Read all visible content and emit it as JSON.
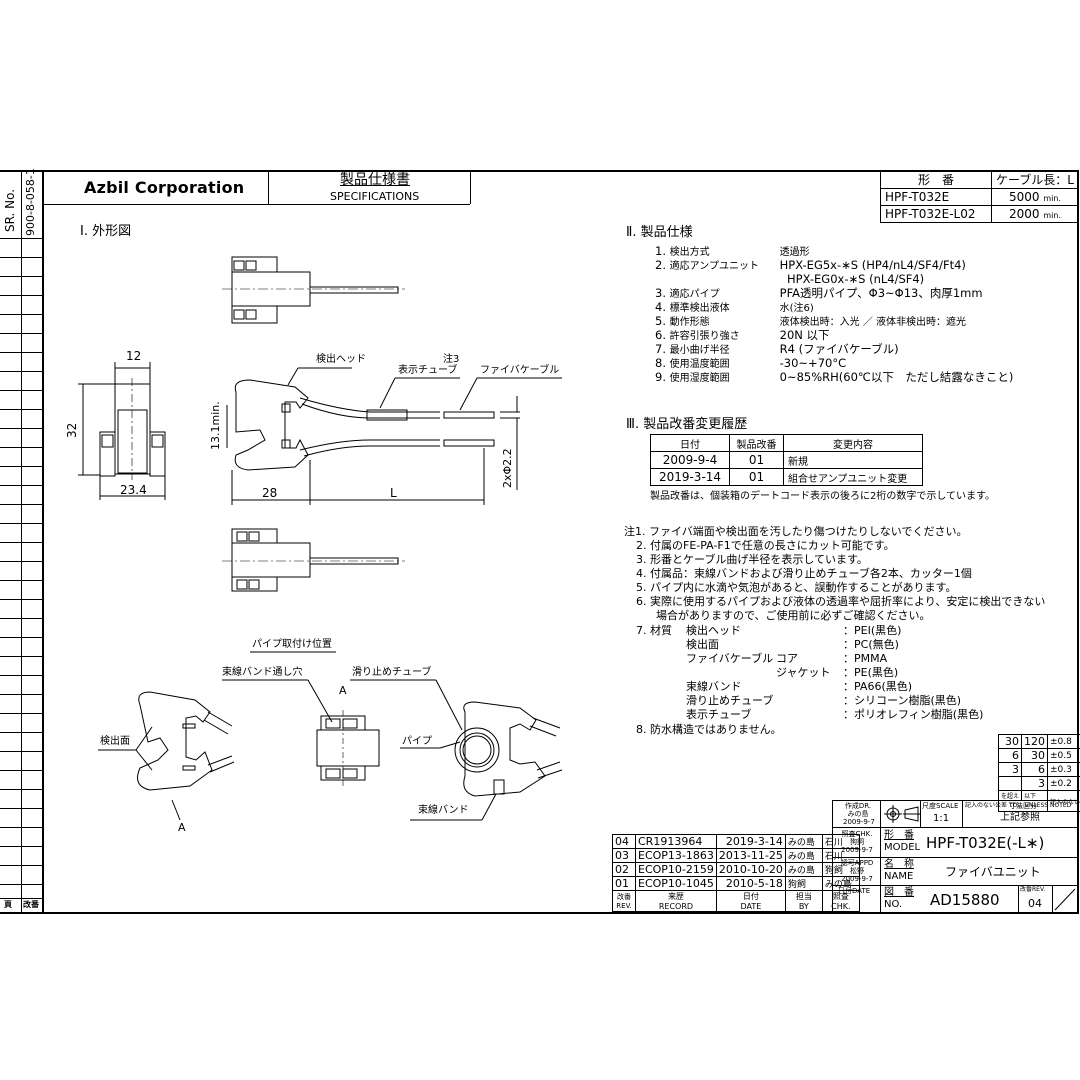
{
  "sheet": {
    "sr_label": "SR. No.",
    "sr_number": "900-8-058-1",
    "side_footer": [
      "頁",
      "改番"
    ],
    "company": "Azbil Corporation",
    "doc_type_jp": "製品仕様書",
    "doc_type_en": "SPECIFICATIONS"
  },
  "model_table": {
    "headers": [
      "形　番",
      "ケーブル長：L"
    ],
    "rows": [
      {
        "model": "HPF-T032E",
        "length": "5000",
        "unit": "min."
      },
      {
        "model": "HPF-T032E-L02",
        "length": "2000",
        "unit": "min."
      }
    ]
  },
  "section1": {
    "title": "Ⅰ. 外形図",
    "dimensions": {
      "width_top": "12",
      "height": "32",
      "width_bottom": "23.4",
      "gap": "13.1min.",
      "head_length": "28",
      "cable_length": "L",
      "cable_dia": "2xΦ2.2"
    },
    "callouts": {
      "head": "検出ヘッド",
      "note3": "注3",
      "tube": "表示チューブ",
      "cable": "ファイバケーブル"
    },
    "mount": {
      "title": "パイプ取付け位置",
      "band_hole": "束線バンド通し穴",
      "view_a": "A",
      "detect_face": "検出面",
      "arrow_a": "A",
      "stopper": "滑り止めチューブ",
      "pipe": "パイプ",
      "band": "束線バンド"
    }
  },
  "section2": {
    "title": "Ⅱ. 製品仕様",
    "items": [
      {
        "no": "1.",
        "label": "検出方式",
        "value": "透過形"
      },
      {
        "no": "2.",
        "label": "適応アンプユニット",
        "value": "HPX-EG5x-∗S (HP4/nL4/SF4/Ft4)"
      },
      {
        "no": "",
        "label": "",
        "value": "HPX-EG0x-∗S (nL4/SF4)"
      },
      {
        "no": "3.",
        "label": "適応パイプ",
        "value": "PFA透明パイプ、Φ3~Φ13、肉厚1mm"
      },
      {
        "no": "4.",
        "label": "標準検出液体",
        "value": "水(注6)"
      },
      {
        "no": "5.",
        "label": "動作形態",
        "value": "液体検出時：入光 ／ 液体非検出時：遮光"
      },
      {
        "no": "6.",
        "label": "許容引張り強さ",
        "value": "20N 以下"
      },
      {
        "no": "7.",
        "label": "最小曲げ半径",
        "value": "R4 (ファイバケーブル)"
      },
      {
        "no": "8.",
        "label": "使用温度範囲",
        "value": "-30~+70°C"
      },
      {
        "no": "9.",
        "label": "使用湿度範囲",
        "value": "0~85%RH(60℃以下　ただし結露なきこと)"
      }
    ]
  },
  "section3": {
    "title": "Ⅲ. 製品改番変更履歴",
    "headers": [
      "日付",
      "製品改番",
      "変更内容"
    ],
    "rows": [
      {
        "date": "2009-9-4",
        "rev": "01",
        "desc": "新規"
      },
      {
        "date": "2019-3-14",
        "rev": "01",
        "desc": "組合せアンプユニット変更"
      }
    ],
    "footnote": "製品改番は、個装箱のデートコード表示の後ろに2桁の数字で示しています。"
  },
  "notes": {
    "lines": [
      "注1. ファイバ端面や検出面を汚したり傷つけたりしないでください。",
      "2. 付属のFE-PA-F1で任意の長さにカット可能です。",
      "3. 形番とケーブル曲げ半径を表示しています。",
      "4. 付属品：束線バンドおよび滑り止めチューブ各2本、カッター1個",
      "5. パイプ内に水滴や気泡があると、誤動作することがあります。",
      "6. 実際に使用するパイプおよび液体の透過率や屈折率により、安定に検出できない",
      "場合がありますので、ご使用前に必ずご確認ください。"
    ],
    "materials_title": "7. 材質",
    "materials": [
      {
        "part": "検出ヘッド",
        "sub": "",
        "value": "：PEI(黒色)"
      },
      {
        "part": "検出面",
        "sub": "",
        "value": "：PC(無色)"
      },
      {
        "part": "ファイバケーブル",
        "sub": "コア",
        "value": "：PMMA"
      },
      {
        "part": "",
        "sub": "ジャケット",
        "value": "：PE(黒色)"
      },
      {
        "part": "束線バンド",
        "sub": "",
        "value": "：PA66(黒色)"
      },
      {
        "part": "滑り止めチューブ",
        "sub": "",
        "value": "：シリコーン樹脂(黒色)"
      },
      {
        "part": "表示チューブ",
        "sub": "",
        "value": "：ポリオレフィン樹脂(黒色)"
      }
    ],
    "last": "8. 防水構造ではありません。"
  },
  "tolerance": {
    "rows": [
      {
        "over": "30",
        "under": "120",
        "tol": "±0.8"
      },
      {
        "over": "6",
        "under": "30",
        "tol": "±0.5"
      },
      {
        "over": "3",
        "under": "6",
        "tol": "±0.3"
      },
      {
        "over": "",
        "under": "3",
        "tol": "±0.2"
      }
    ],
    "h_over": "を超え",
    "h_under": "以下",
    "h_section": "寸法区分",
    "h_tol": "記入のない公差"
  },
  "revisions": {
    "rows": [
      {
        "rev": "04",
        "record": "CR1913964",
        "date": "2019-3-14",
        "by": "みの島",
        "chk": "石川"
      },
      {
        "rev": "03",
        "record": "ECOP13-1863",
        "date": "2013-11-25",
        "by": "みの島",
        "chk": "石川"
      },
      {
        "rev": "02",
        "record": "ECOP10-2159",
        "date": "2010-10-20",
        "by": "みの島",
        "chk": "狗飼"
      },
      {
        "rev": "01",
        "record": "ECOP10-1045",
        "date": "2010-5-18",
        "by": "狗飼",
        "chk": "みの島"
      }
    ],
    "h_rev": [
      "改番",
      "REV."
    ],
    "h_record": [
      "来歴",
      "RECORD"
    ],
    "h_date": [
      "日付",
      "DATE"
    ],
    "h_by": [
      "担当",
      "BY"
    ],
    "h_chk": [
      "照査",
      "CHK."
    ]
  },
  "title_block": {
    "drawn": [
      "作成DR.",
      "みの島",
      "2009-9-7"
    ],
    "checked": [
      "照査CHK.",
      "狗飼",
      "2009-9-7"
    ],
    "approved": [
      "認可APPD",
      "松野",
      "2009-9-7"
    ],
    "date_label": "日付DATE",
    "scale_label": "尺度SCALE",
    "scale": "1:1",
    "tol_label": "記入のない公差 TOL. UNLESS NOTED",
    "tol_value": "上記参照",
    "model_label": [
      "形　番",
      "MODEL"
    ],
    "model": "HPF-T032E(-L∗)",
    "name_label": [
      "名　称",
      "NAME"
    ],
    "name": "ファイバユニット",
    "no_label": [
      "図　番",
      "NO."
    ],
    "number": "AD15880",
    "rev_label": "改番REV.",
    "rev": "04"
  }
}
